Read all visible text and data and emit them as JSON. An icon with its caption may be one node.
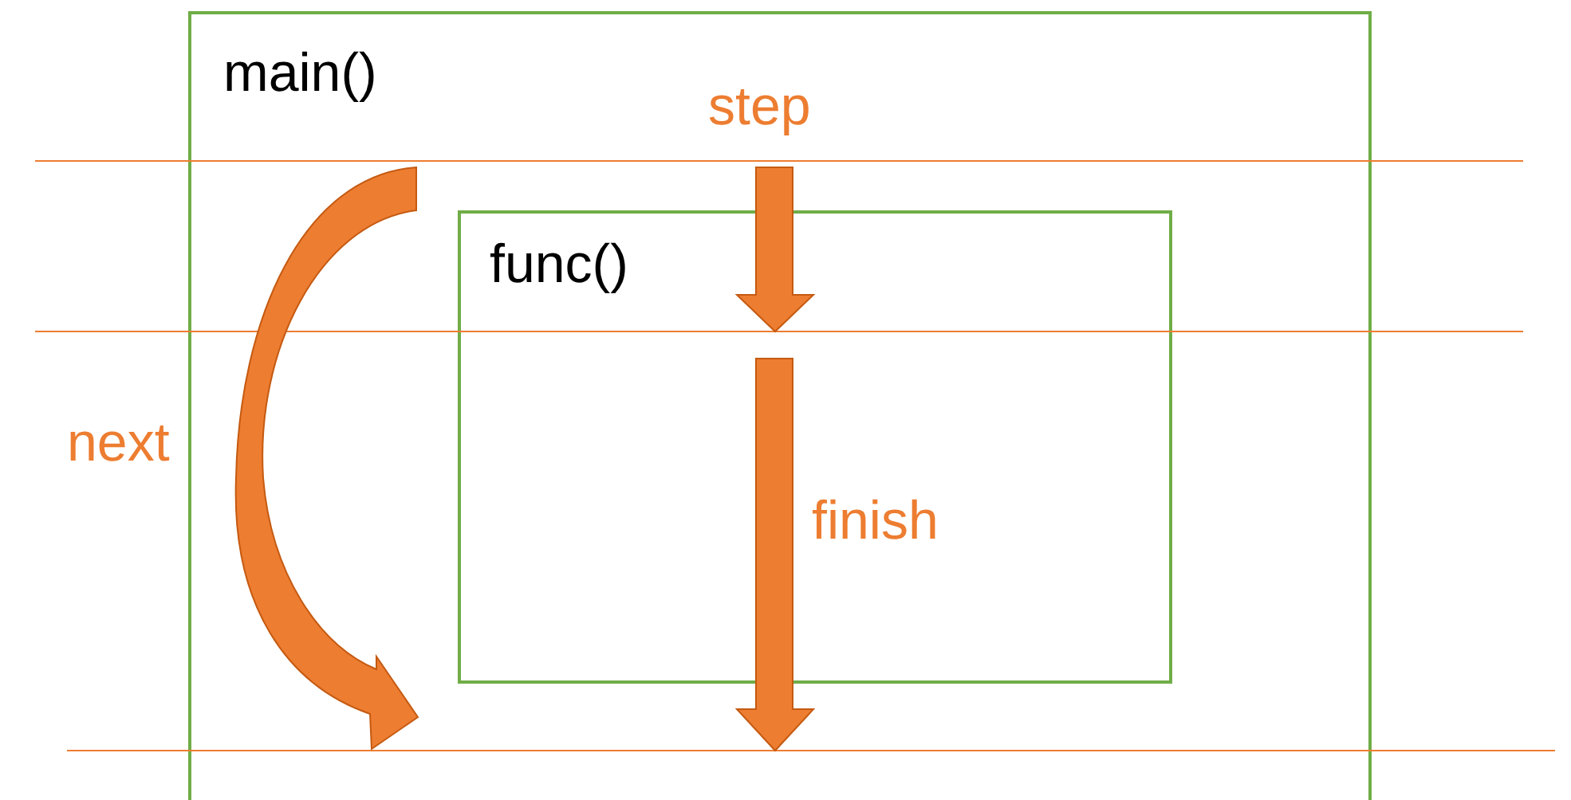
{
  "diagram": {
    "nodes": [
      {
        "text": [
          "main()"
        ]
      },
      {
        "text": [
          "func()"
        ],
        "in": 0
      }
    ],
    "labels": [
      "step",
      "next",
      "finish"
    ]
  }
}
